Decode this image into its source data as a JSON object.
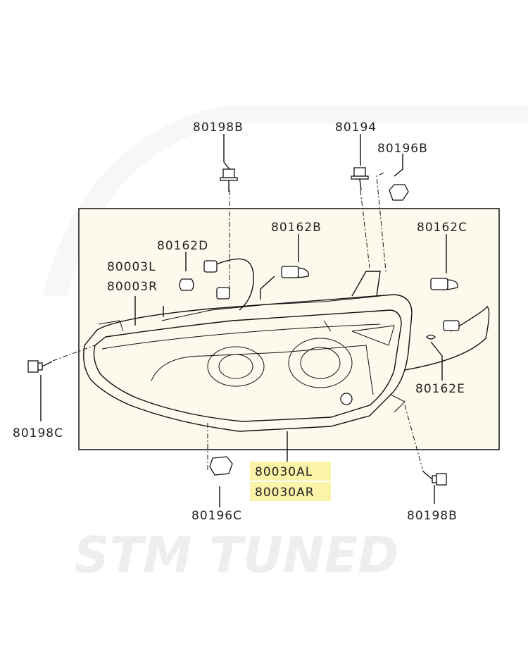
{
  "watermark": {
    "text": "STM TUNED"
  },
  "labels": {
    "bolt_top": "80198B",
    "screw_top": "80194",
    "clip_top": "80196B",
    "bulb_b": "80162B",
    "bulb_c": "80162C",
    "bulb_d": "80162D",
    "lamp_l": "80003L",
    "lamp_r": "80003R",
    "bolt_left": "80198C",
    "bulb_e": "80162E",
    "assy_l": "80030AL",
    "assy_r": "80030AR",
    "clip_bottom": "80196C",
    "bolt_bottom": "80198B"
  },
  "colors": {
    "panel": "#fdf9ec",
    "highlight": "#fbf3a8",
    "line": "#111111"
  }
}
